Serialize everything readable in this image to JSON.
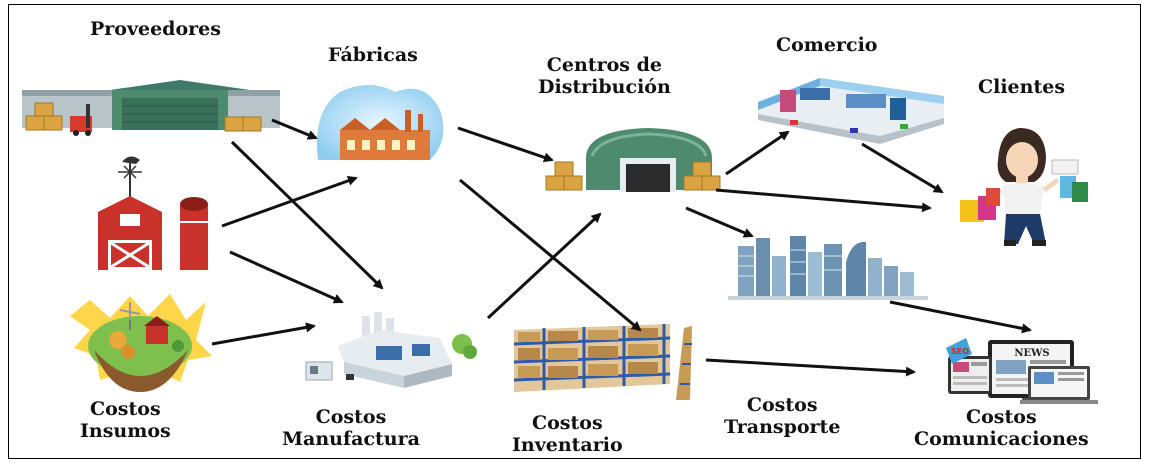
{
  "labels": {
    "proveedores": "Proveedores",
    "fabricas": "Fábricas",
    "centros_line1": "Centros de",
    "centros_line2": "Distribución",
    "comercio": "Comercio",
    "clientes": "Clientes",
    "costos_insumos_line1": "Costos",
    "costos_insumos_line2": "Insumos",
    "costos_manufactura_line1": "Costos",
    "costos_manufactura_line2": "Manufactura",
    "costos_inventario_line1": "Costos",
    "costos_inventario_line2": "Inventario",
    "costos_transporte_line1": "Costos",
    "costos_transporte_line2": "Transporte",
    "costos_comunicaciones_line1": "Costos",
    "costos_comunicaciones_line2": "Comunicaciones"
  },
  "screen_text": {
    "news": "NEWS",
    "seo": "SEO"
  },
  "colors": {
    "arrow": "#111111",
    "box_brown": "#d9a441",
    "barn_red": "#c8322a",
    "warehouse_green": "#4e8b6e",
    "sky_blue": "#9fd3f0",
    "factory_orange": "#e07a3a",
    "building_blue": "#7fa3c0"
  },
  "icons": [
    "supplier-warehouse-icon",
    "factory-icon",
    "barn-icon",
    "farm-island-icon",
    "manufacturing-plant-icon",
    "distribution-center-icon",
    "shopping-mall-icon",
    "shopper-woman-icon",
    "city-buildings-icon",
    "inventory-shelves-icon",
    "devices-news-icon"
  ]
}
